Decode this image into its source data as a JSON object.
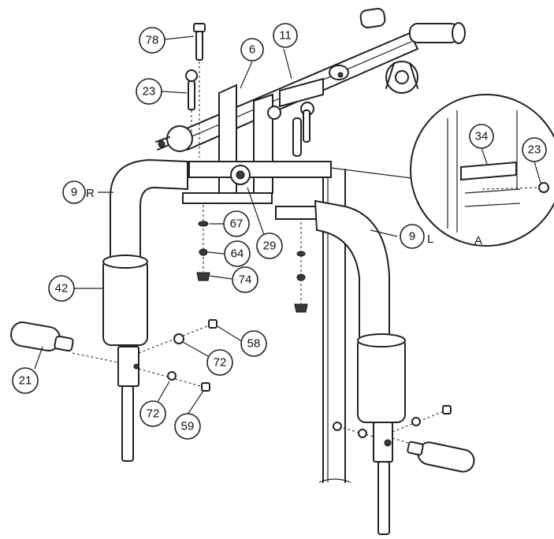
{
  "callouts": {
    "c78": "78",
    "c6": "6",
    "c11": "11",
    "c23a": "23",
    "c23b": "23",
    "c34": "34",
    "c9r": "9",
    "c9l": "9",
    "c67": "67",
    "c29": "29",
    "c64": "64",
    "c74": "74",
    "c42": "42",
    "c58": "58",
    "c72a": "72",
    "c72b": "72",
    "c21": "21",
    "c59": "59"
  },
  "side_labels": {
    "right": "R",
    "left": "L"
  },
  "detail_label": "A"
}
